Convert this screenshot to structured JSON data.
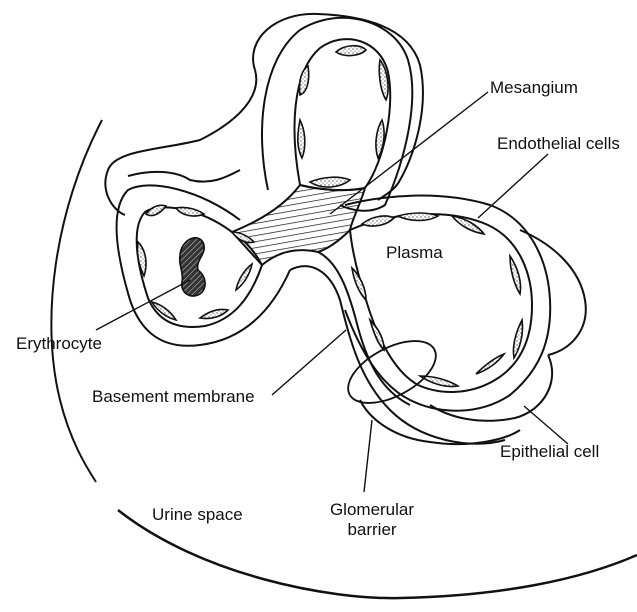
{
  "labels": {
    "mesangium": "Mesangium",
    "endothelial_cells": "Endothelial cells",
    "plasma": "Plasma",
    "erythrocyte": "Erythrocyte",
    "basement_membrane": "Basement membrane",
    "epithelial_cell": "Epithelial cell",
    "urine_space": "Urine space",
    "glomerular_barrier_line1": "Glomerular",
    "glomerular_barrier_line2": "barrier"
  },
  "colors": {
    "ink": "#111111",
    "paper": "#ffffff",
    "stipple": "#9a9a9a"
  }
}
